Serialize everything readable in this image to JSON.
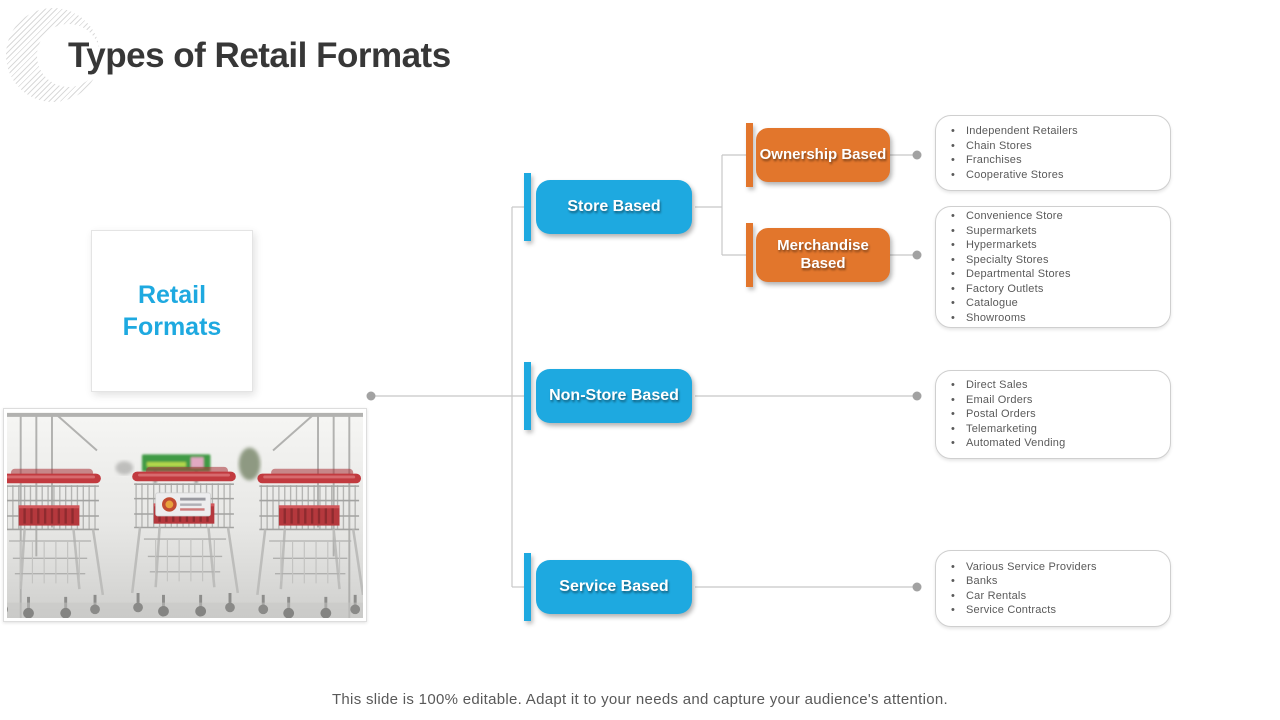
{
  "slide": {
    "title": "Types of Retail Formats",
    "footer": "This slide is 100% editable. Adapt it to your needs and capture your audience's attention."
  },
  "colors": {
    "accent_blue": "#1EA9E0",
    "accent_orange": "#E2762C",
    "title_text": "#373737",
    "body_text": "#5A5A5A",
    "connector_gray": "#C8C8C8"
  },
  "diagram": {
    "root": {
      "label": "Retail Formats"
    },
    "level1": [
      {
        "label": "Store Based"
      },
      {
        "label": "Non-Store Based"
      },
      {
        "label": "Service Based"
      }
    ],
    "level2": [
      {
        "label": "Ownership Based"
      },
      {
        "label": "Merchandise Based"
      }
    ],
    "lists": [
      {
        "items": [
          "Independent Retailers",
          "Chain Stores",
          "Franchises",
          "Cooperative Stores"
        ]
      },
      {
        "items": [
          "Convenience Store",
          "Supermarkets",
          "Hypermarkets",
          "Specialty Stores",
          "Departmental Stores",
          "Factory Outlets",
          "Catalogue",
          "Showrooms"
        ]
      },
      {
        "items": [
          "Direct Sales",
          "Email Orders",
          "Postal Orders",
          "Telemarketing",
          "Automated Vending"
        ]
      },
      {
        "items": [
          "Various Service Providers",
          "Banks",
          "Car Rentals",
          "Service Contracts"
        ]
      }
    ]
  }
}
